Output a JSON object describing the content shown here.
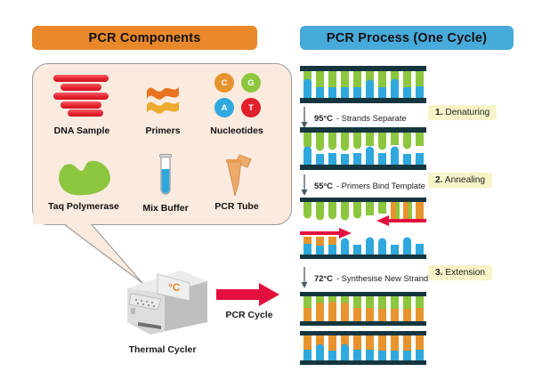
{
  "panels": {
    "left": {
      "title": "PCR Components",
      "color": "#e8882a"
    },
    "right": {
      "title": "PCR Process (One Cycle)",
      "color": "#46aada"
    }
  },
  "components": [
    {
      "name": "DNA Sample",
      "icon": "dna-helix-icon",
      "color": "#e8232f"
    },
    {
      "name": "Primers",
      "icon": "primer-squiggle-icon",
      "color": "#e8822a"
    },
    {
      "name": "Nucleotides",
      "icon": "nucleotide-circles-icon",
      "color": "#46aada"
    },
    {
      "name": "Taq Polymerase",
      "icon": "enzyme-blob-icon",
      "color": "#8cc63e"
    },
    {
      "name": "Mix Buffer",
      "icon": "test-tube-icon",
      "color": "#29a3dc"
    },
    {
      "name": "PCR Tube",
      "icon": "pcr-tube-icon",
      "color": "#edab6b"
    }
  ],
  "nucleotides": [
    {
      "letter": "C",
      "color": "#e8942e"
    },
    {
      "letter": "G",
      "color": "#8cc63e"
    },
    {
      "letter": "A",
      "color": "#2fa8dd"
    },
    {
      "letter": "T",
      "color": "#e0202c"
    }
  ],
  "thermal_cycler": {
    "label": "Thermal Cycler",
    "display_text": "°C",
    "display_color": "#e8882a"
  },
  "cycle_arrow": {
    "label": "PCR Cycle",
    "color": "#e3103f"
  },
  "process_steps": [
    {
      "number": "1.",
      "name": "Denaturing",
      "temperature": "95°C",
      "description": "- Strands Separate",
      "badge_color": "#f6f4c8"
    },
    {
      "number": "2.",
      "name": "Annealing",
      "temperature": "55°C",
      "description": "- Primers Bind Template",
      "badge_color": "#f6f4c8"
    },
    {
      "number": "3.",
      "name": "Extension",
      "temperature": "72°C",
      "description": "- Synthesise New Strand",
      "badge_color": "#f6f4c8"
    }
  ],
  "dna_colors": {
    "backbone": "#15363f",
    "top_strand": "#8cc63e",
    "bottom_strand": "#2fa8dd",
    "new_strand": "#e8942e",
    "polymerase_arrow": "#e3103f"
  }
}
